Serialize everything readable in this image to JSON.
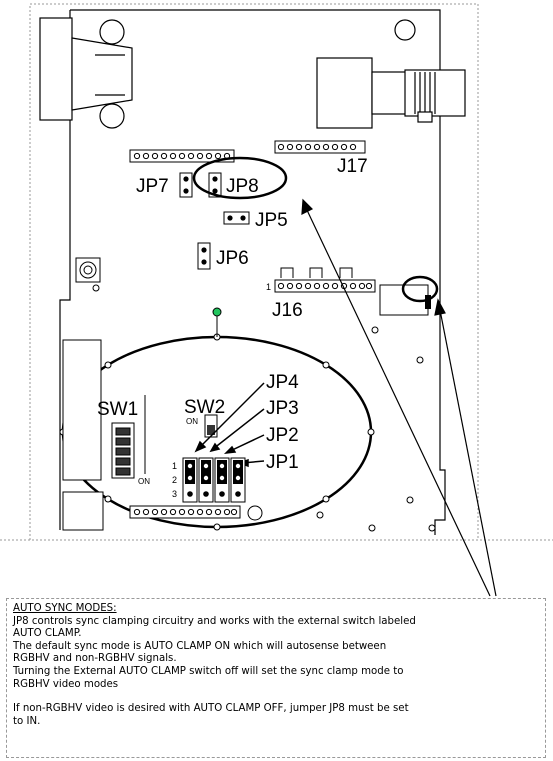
{
  "labels": {
    "jp7": "JP7",
    "jp8": "JP8",
    "jp5": "JP5",
    "jp6": "JP6",
    "j17": "J17",
    "j16": "J16",
    "sw1": "SW1",
    "sw2": "SW2",
    "jp4": "JP4",
    "jp3": "JP3",
    "jp2": "JP2",
    "jp1": "JP1",
    "on_sw2": "ON",
    "on_sw1": "ON",
    "pin1": "1",
    "row1": "1",
    "row2": "2",
    "row3": "3"
  },
  "notes": {
    "heading": "AUTO SYNC MODES:",
    "lines": [
      "JP8 controls sync clamping circuitry and works with the external switch labeled",
      "AUTO CLAMP.",
      "The default sync mode is AUTO CLAMP ON which will autosense between",
      "RGBHV and non-RGBHV signals.",
      "Turning the External AUTO CLAMP switch off will set the sync clamp mode to",
      "RGBHV video modes"
    ],
    "lines2": [
      "If non-RGBHV video is desired with AUTO CLAMP OFF, jumper JP8 must be set",
      "to IN."
    ]
  }
}
